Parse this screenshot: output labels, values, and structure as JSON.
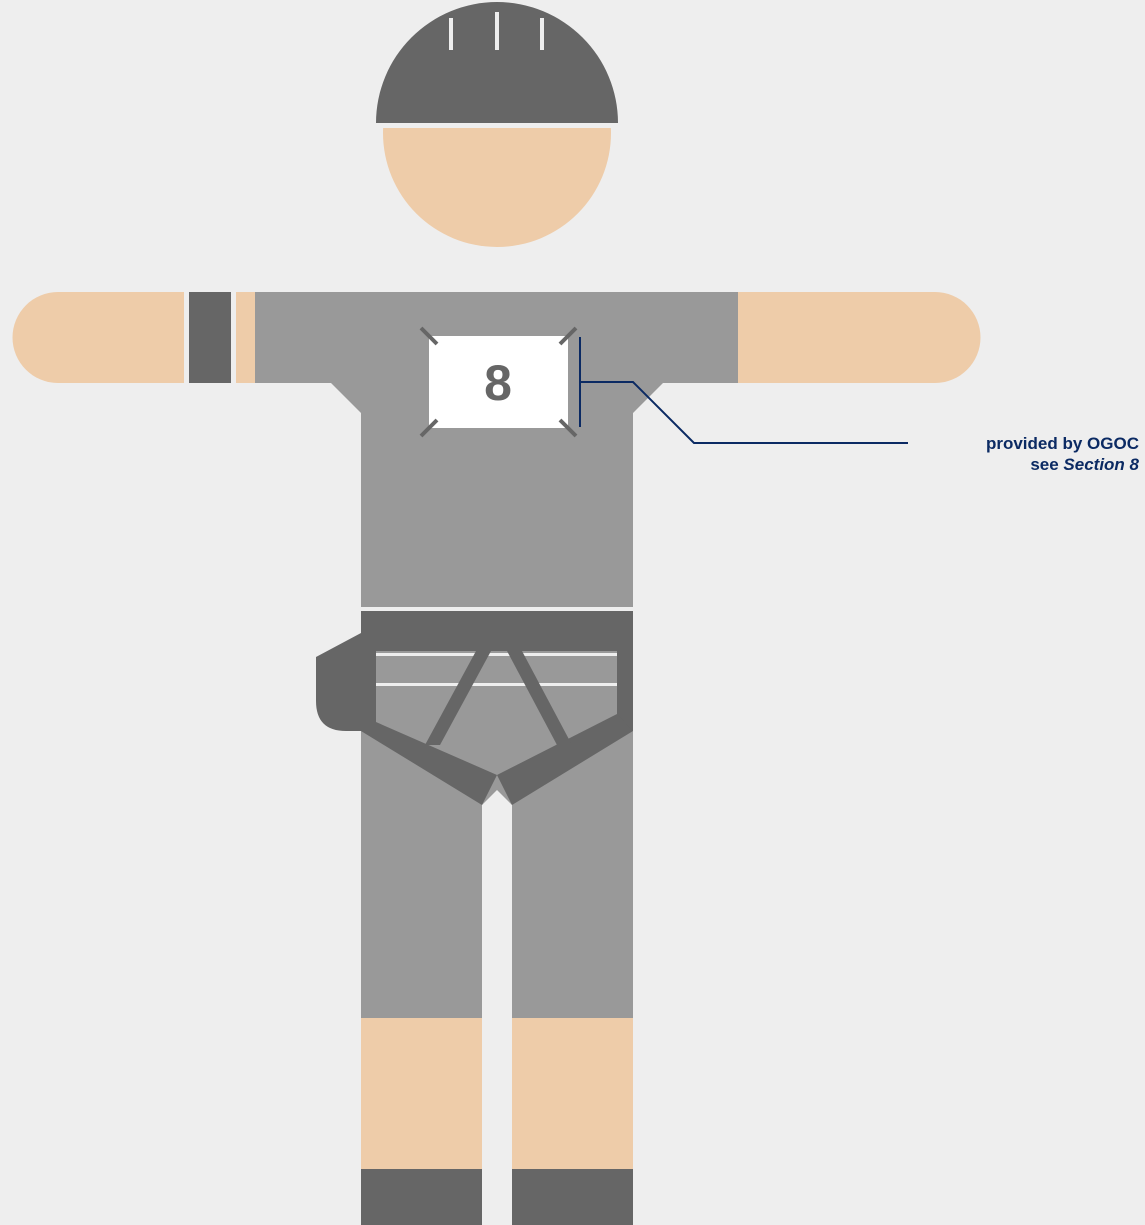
{
  "bib": {
    "number": "8"
  },
  "annotation": {
    "line1": "provided by OGOC",
    "line2_prefix": "see ",
    "line2_emphasis": "Section 8"
  },
  "colors": {
    "background": "#eeeeee",
    "skin": "#eecca9",
    "clothing": "#999999",
    "dark_gear": "#666666",
    "bib_white": "#ffffff",
    "callout": "#0b2a63"
  }
}
